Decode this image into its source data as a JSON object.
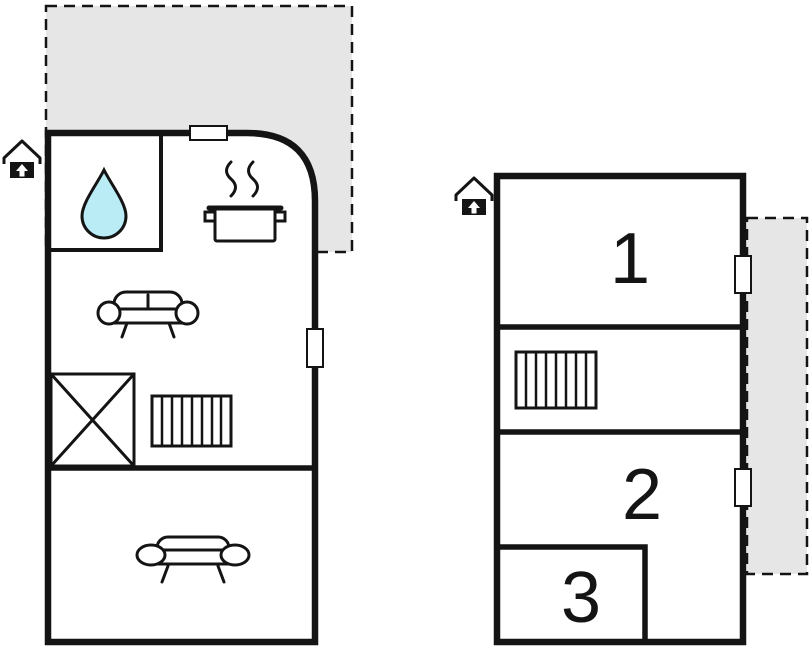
{
  "colors": {
    "wall": "#141414",
    "floor": "#ffffff",
    "terrace": "#e6e6e6",
    "water": "#b9ecf5"
  },
  "upper_floor": {
    "rooms": [
      {
        "label": "1"
      },
      {
        "label": "2"
      },
      {
        "label": "3"
      }
    ]
  },
  "icons": {
    "entrance": "house-entrance-arrow-icon",
    "water_drop": "water-drop-icon",
    "stove": "pot-with-steam-icon",
    "sofa": "sofa-front-view-icon",
    "couch": "couch-front-view-icon",
    "stairs": "staircase-stripes-icon",
    "crossed_square": "square-with-x-icon",
    "window": "window-opening-icon"
  }
}
